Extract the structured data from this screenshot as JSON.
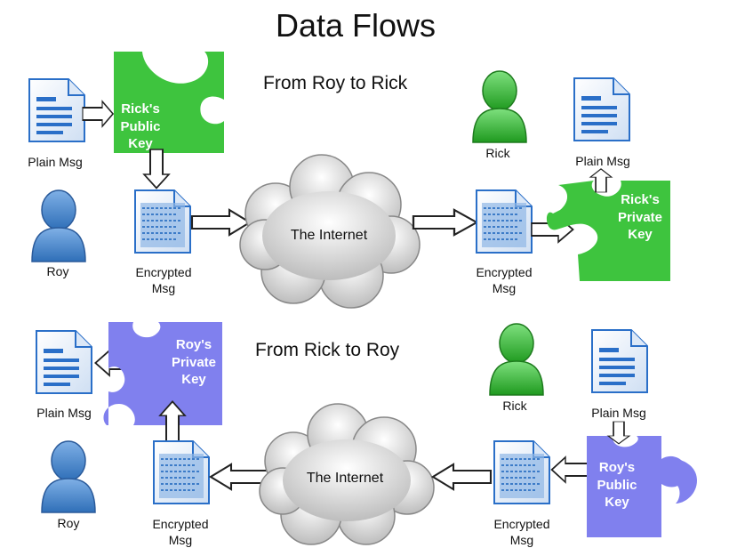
{
  "title": "Data Flows",
  "section1": {
    "heading": "From Roy to Rick",
    "sender_doc_label": "Plain Msg",
    "sender_name": "Roy",
    "encrypted_left_label": [
      "Encrypted",
      "Msg"
    ],
    "cloud_label": "The Internet",
    "encrypted_right_label": [
      "Encrypted",
      "Msg"
    ],
    "receiver_name": "Rick",
    "receiver_doc_label": "Plain Msg",
    "public_key_label": [
      "Rick's",
      "Public",
      "Key"
    ],
    "private_key_label": [
      "Rick's",
      "Private",
      "Key"
    ]
  },
  "section2": {
    "heading": "From Rick to Roy",
    "receiver_doc_label": "Plain Msg",
    "receiver_name": "Roy",
    "encrypted_left_label": [
      "Encrypted",
      "Msg"
    ],
    "cloud_label": "The Internet",
    "encrypted_right_label": [
      "Encrypted",
      "Msg"
    ],
    "sender_name": "Rick",
    "sender_doc_label": "Plain Msg",
    "private_key_label": [
      "Roy's",
      "Private",
      "Key"
    ],
    "public_key_label": [
      "Roy's",
      "Public",
      "Key"
    ]
  },
  "colors": {
    "green_key": "#3ec43e",
    "purple_key": "#8080ee",
    "roy_person": "#4a86c8",
    "rick_person": "#3cb43c",
    "doc_blue": "#2a6fc8"
  }
}
